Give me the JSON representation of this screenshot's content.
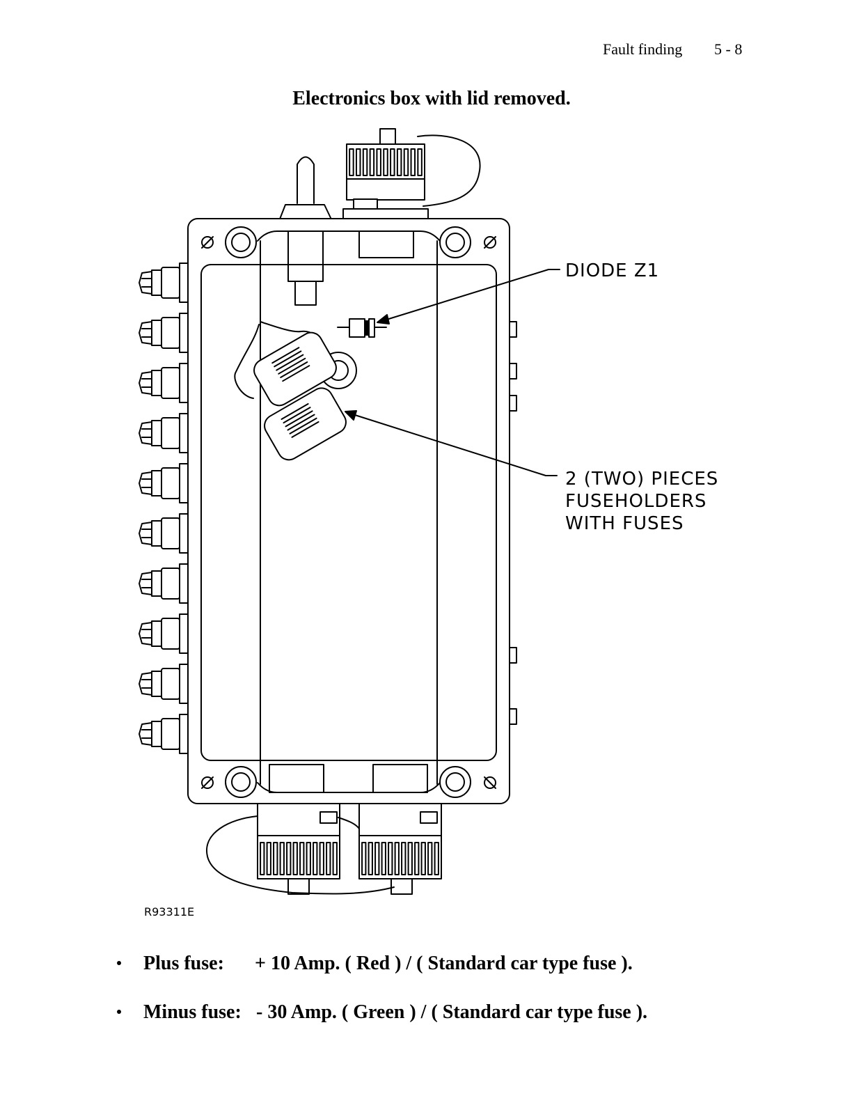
{
  "header": {
    "section": "Fault finding",
    "page": "5 - 8"
  },
  "figure": {
    "title": "Electronics box with lid removed.",
    "callouts": {
      "diode": "DIODE Z1",
      "fuseholders": [
        "2 (TWO) PIECES",
        "FUSEHOLDERS",
        "WITH FUSES"
      ]
    },
    "reference": "R93311E"
  },
  "fuses": [
    {
      "label": "Plus fuse:",
      "value": "+ 10 Amp.  ( Red )  /  ( Standard car type fuse )."
    },
    {
      "label": "Minus fuse:",
      "value": "- 30 Amp.  ( Green ) /  ( Standard car type fuse )."
    }
  ]
}
